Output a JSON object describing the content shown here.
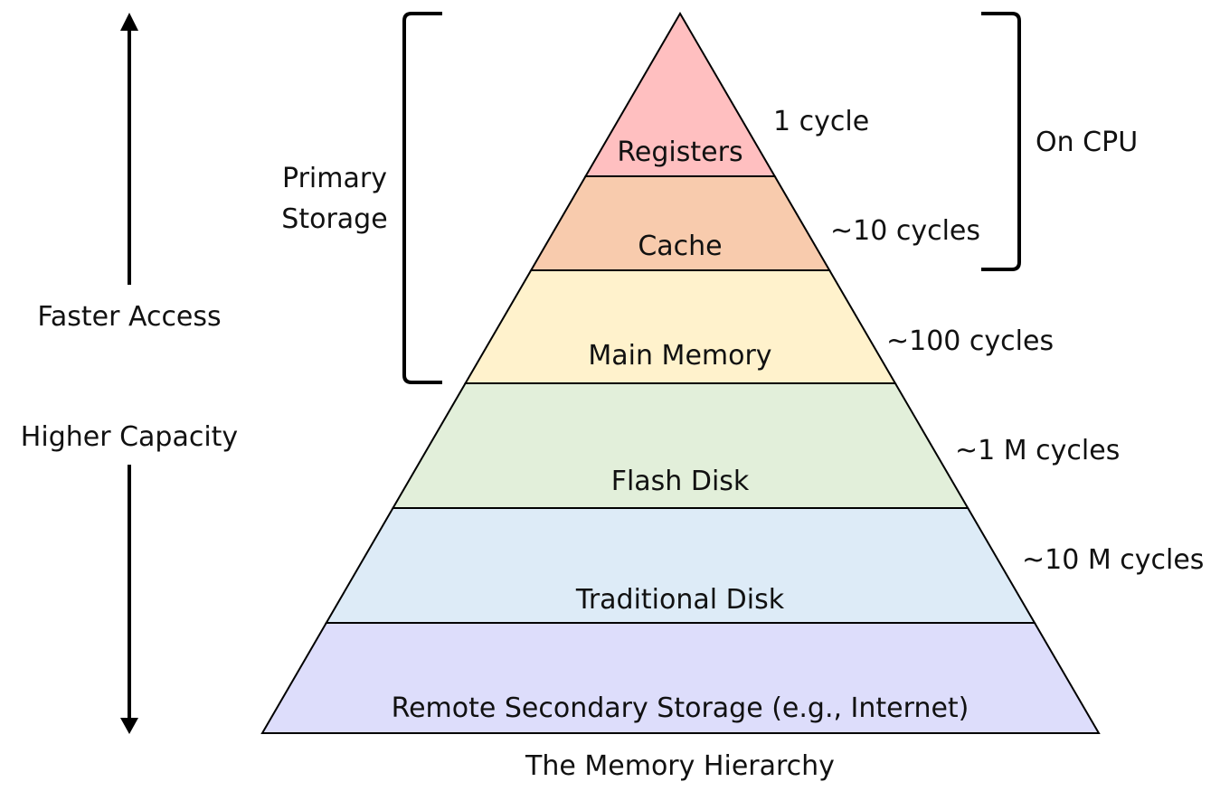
{
  "title": "The Memory Hierarchy",
  "left_axis": {
    "up_label": "Faster Access",
    "down_label": "Higher Capacity"
  },
  "brackets": {
    "primary_storage": [
      "Primary",
      "Storage"
    ],
    "on_cpu": "On CPU"
  },
  "layers": [
    {
      "name": "Registers",
      "latency": "1 cycle",
      "color": "#FFBFC0"
    },
    {
      "name": "Cache",
      "latency": "~10 cycles",
      "color": "#F8CBAD"
    },
    {
      "name": "Main Memory",
      "latency": "~100 cycles",
      "color": "#FFF2CC"
    },
    {
      "name": "Flash Disk",
      "latency": "~1 M cycles",
      "color": "#E2EFDA"
    },
    {
      "name": "Traditional Disk",
      "latency": "~10 M cycles",
      "color": "#DDEBF7"
    },
    {
      "name": "Remote Secondary Storage (e.g., Internet)",
      "latency": "",
      "color": "#DDDDFB"
    }
  ]
}
